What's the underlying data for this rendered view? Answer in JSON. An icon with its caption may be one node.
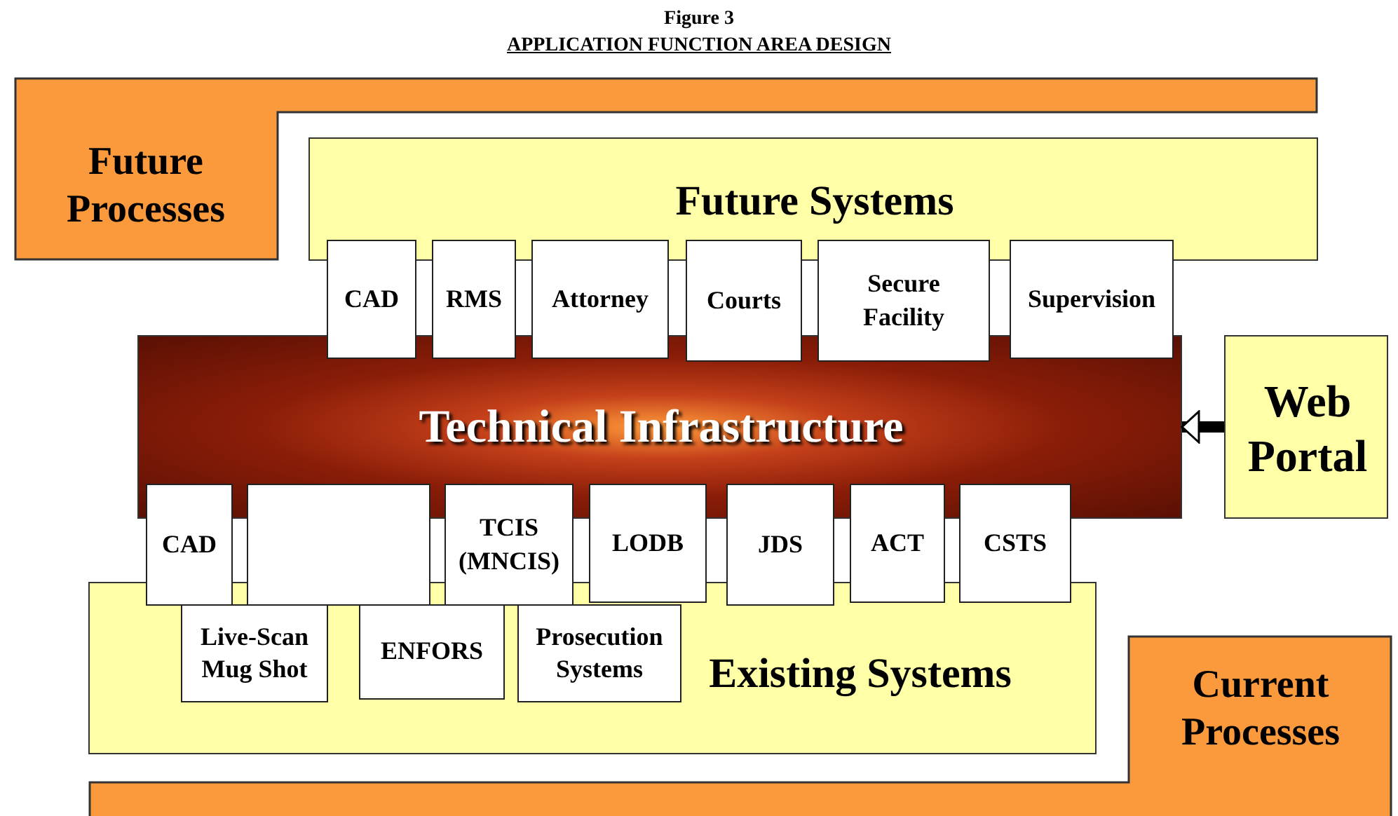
{
  "diagram": {
    "title": "Figure 3",
    "nodes": [
      {
        "text": [
          "Future Processes"
        ]
      },
      {
        "text": [
          "Future Systems"
        ]
      },
      {
        "text": [
          "CAD"
        ]
      },
      {
        "text": [
          "RMS"
        ]
      },
      {
        "text": [
          "Attorney"
        ]
      },
      {
        "text": [
          "Courts"
        ]
      },
      {
        "text": [
          "Secure Facility"
        ]
      },
      {
        "text": [
          "Supervision"
        ]
      },
      {
        "text": [
          "Technical Infrastructure"
        ]
      },
      {
        "text": [
          "Web Portal"
        ]
      },
      {
        "text": [
          "CAD"
        ]
      },
      {
        "text": [],
        "shape": "box"
      },
      {
        "text": [
          "TCIS (MNCIS)"
        ]
      },
      {
        "text": [
          "LODB"
        ]
      },
      {
        "text": [
          "JDS"
        ]
      },
      {
        "text": [
          "ACT"
        ]
      },
      {
        "text": [
          "CSTS"
        ]
      },
      {
        "text": [
          "Existing Systems"
        ]
      },
      {
        "text": [
          "Live-Scan Mug Shot"
        ],
        "in": 17
      },
      {
        "text": [
          "ENFORS"
        ],
        "in": 17
      },
      {
        "text": [
          "Prosecution Systems"
        ],
        "in": 17
      },
      {
        "text": [
          "Current Processes"
        ]
      }
    ],
    "edges": [
      {
        "from": 9,
        "to": 8,
        "arrow": "to"
      }
    ],
    "labels": [
      "APPLICATION FUNCTION AREA DESIGN"
    ]
  }
}
